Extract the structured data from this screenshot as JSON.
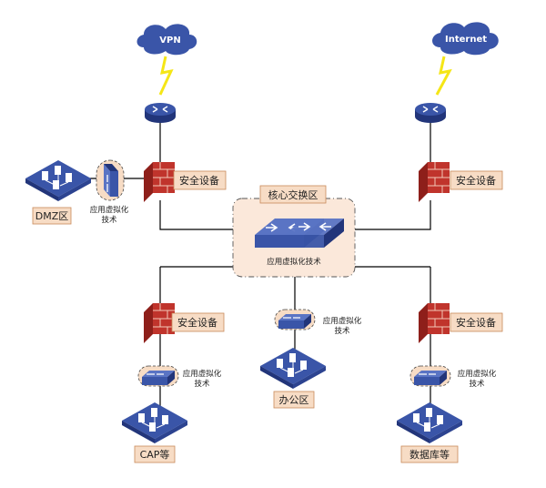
{
  "clouds": {
    "vpn": "VPN",
    "internet": "Internet"
  },
  "core": {
    "title": "核心交换区",
    "label": "应用虚拟化技术"
  },
  "security": {
    "topleft": "安全设备",
    "topright": "安全设备",
    "bottomleft": "安全设备",
    "bottomright": "安全设备"
  },
  "dmz": {
    "name": "DMZ区",
    "virt_line1": "应用虚拟化",
    "virt_line2": "技术"
  },
  "office": {
    "name": "办公区",
    "virt_line1": "应用虚拟化",
    "virt_line2": "技术"
  },
  "cap": {
    "name": "CAP等",
    "virt_line1": "应用虚拟化",
    "virt_line2": "技术"
  },
  "database": {
    "name": "数据库等",
    "virt_line1": "应用虚拟化",
    "virt_line2": "技术"
  },
  "colors": {
    "line": "#000000",
    "device": "#3a55a8",
    "device_dark": "#22357a",
    "firewall": "#c0342c",
    "tag_fill": "#f7dcc5",
    "tag_border": "#c98a5a",
    "core_fill": "#fbe8da",
    "lightning": "#f5e616"
  }
}
